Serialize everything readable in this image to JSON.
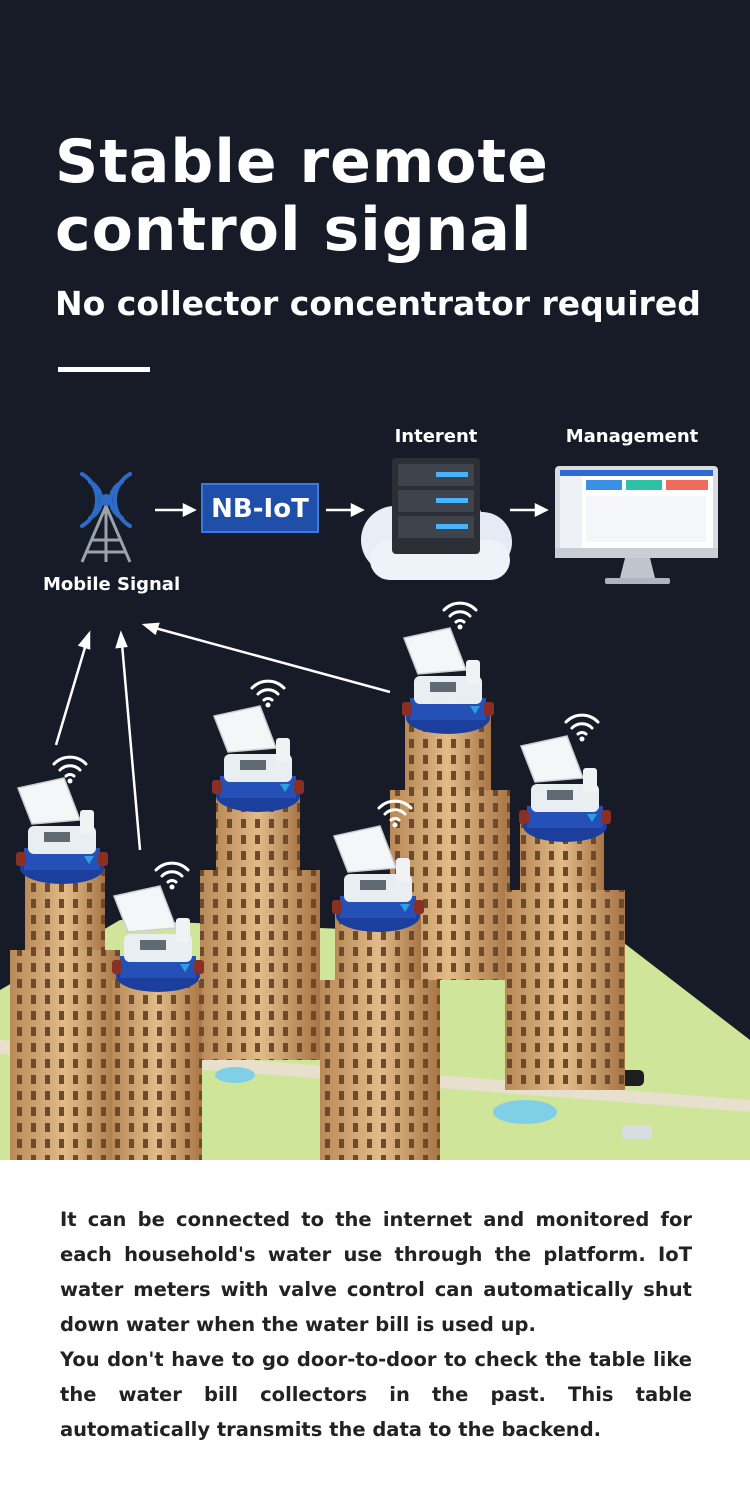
{
  "hero": {
    "title": "Stable remote control signal",
    "subtitle": "No collector concentrator required"
  },
  "diagram": {
    "mobile_signal_label": "Mobile Signal",
    "nbiot_label": "NB-IoT",
    "internet_label": "Interent",
    "management_label": "Management"
  },
  "colors": {
    "background": "#171b27",
    "text_dark": "#222222",
    "nbiot_blue": "#1f4fa8"
  },
  "description": {
    "paragraph_1": "It can be connected to the internet and monitored for each household's water use through the platform. IoT water meters with valve control can automatically shut down water when the water bill is used up.",
    "paragraph_2": "You don't have to go door-to-door to check the table like the water bill collectors in the past. This table automatically transmits the data to the backend."
  }
}
